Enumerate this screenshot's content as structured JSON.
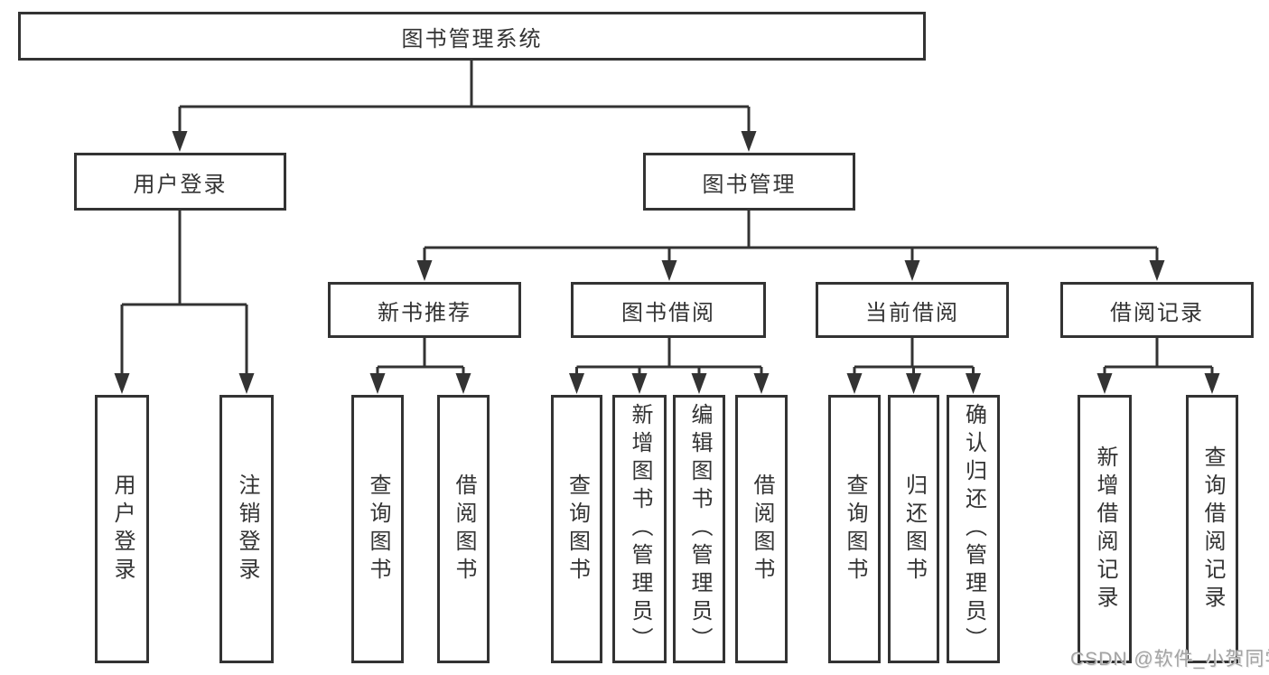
{
  "diagram": {
    "nodes": {
      "root": {
        "label": "图书管理系统"
      },
      "user_login": {
        "label": "用户登录"
      },
      "book_mgmt": {
        "label": "图书管理"
      },
      "new_book": {
        "label": "新书推荐"
      },
      "borrow": {
        "label": "图书借阅"
      },
      "current": {
        "label": "当前借阅"
      },
      "records": {
        "label": "借阅记录"
      },
      "leaf_user_login": {
        "label": "用户登录"
      },
      "leaf_logout": {
        "label": "注销登录"
      },
      "leaf_nb_query": {
        "label": "查询图书"
      },
      "leaf_nb_borrow": {
        "label": "借阅图书"
      },
      "leaf_bw_query": {
        "label": "查询图书"
      },
      "leaf_bw_add": {
        "label": "新增图书（管理员）"
      },
      "leaf_bw_edit": {
        "label": "编辑图书（管理员）"
      },
      "leaf_bw_borrow": {
        "label": "借阅图书"
      },
      "leaf_cur_query": {
        "label": "查询图书"
      },
      "leaf_cur_return": {
        "label": "归还图书"
      },
      "leaf_cur_confirm": {
        "label": "确认归还（管理员）"
      },
      "leaf_rec_add": {
        "label": "新增借阅记录"
      },
      "leaf_rec_query": {
        "label": "查询借阅记录"
      }
    },
    "tree": {
      "图书管理系统": {
        "用户登录": [
          "用户登录",
          "注销登录"
        ],
        "图书管理": {
          "新书推荐": [
            "查询图书",
            "借阅图书"
          ],
          "图书借阅": [
            "查询图书",
            "新增图书（管理员）",
            "编辑图书（管理员）",
            "借阅图书"
          ],
          "当前借阅": [
            "查询图书",
            "归还图书",
            "确认归还（管理员）"
          ],
          "借阅记录": [
            "新增借阅记录",
            "查询借阅记录"
          ]
        }
      }
    },
    "colors": {
      "line": "#333333",
      "text": "#333333",
      "box_bg": "#ffffff",
      "watermark": "#a3a3a3"
    },
    "watermark": "CSDN @软件_小贺同学"
  }
}
